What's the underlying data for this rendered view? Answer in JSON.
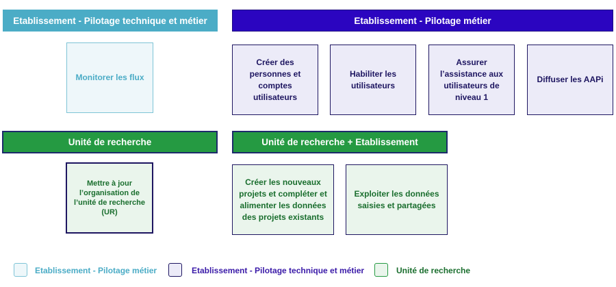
{
  "top_left": {
    "header": "Etablissement - Pilotage technique et métier",
    "boxes": [
      "Monitorer les flux"
    ]
  },
  "top_right": {
    "header": "Etablissement - Pilotage métier",
    "boxes": [
      "Créer des personnes et comptes utilisateurs",
      "Habiliter les utilisateurs",
      "Assurer l’assistance aux utilisateurs de niveau 1",
      "Diffuser les AAPi"
    ]
  },
  "bottom_left": {
    "header": "Unité de recherche",
    "boxes": [
      "Mettre à jour l’organisation de l’unité de recherche (UR)"
    ]
  },
  "bottom_right": {
    "header": "Unité de recherche + Etablissement",
    "boxes": [
      "Créer les nouveaux projets et compléter et alimenter les données des projets existants",
      "Exploiter les données saisies et partagées"
    ]
  },
  "legend": [
    {
      "label": "Etablissement - Pilotage métier",
      "color": "#4bacc6"
    },
    {
      "label": "Etablissement - Pilotage technique et métier",
      "color": "#2b05c0"
    },
    {
      "label": "Unité de recherche",
      "color": "#259a42"
    }
  ]
}
